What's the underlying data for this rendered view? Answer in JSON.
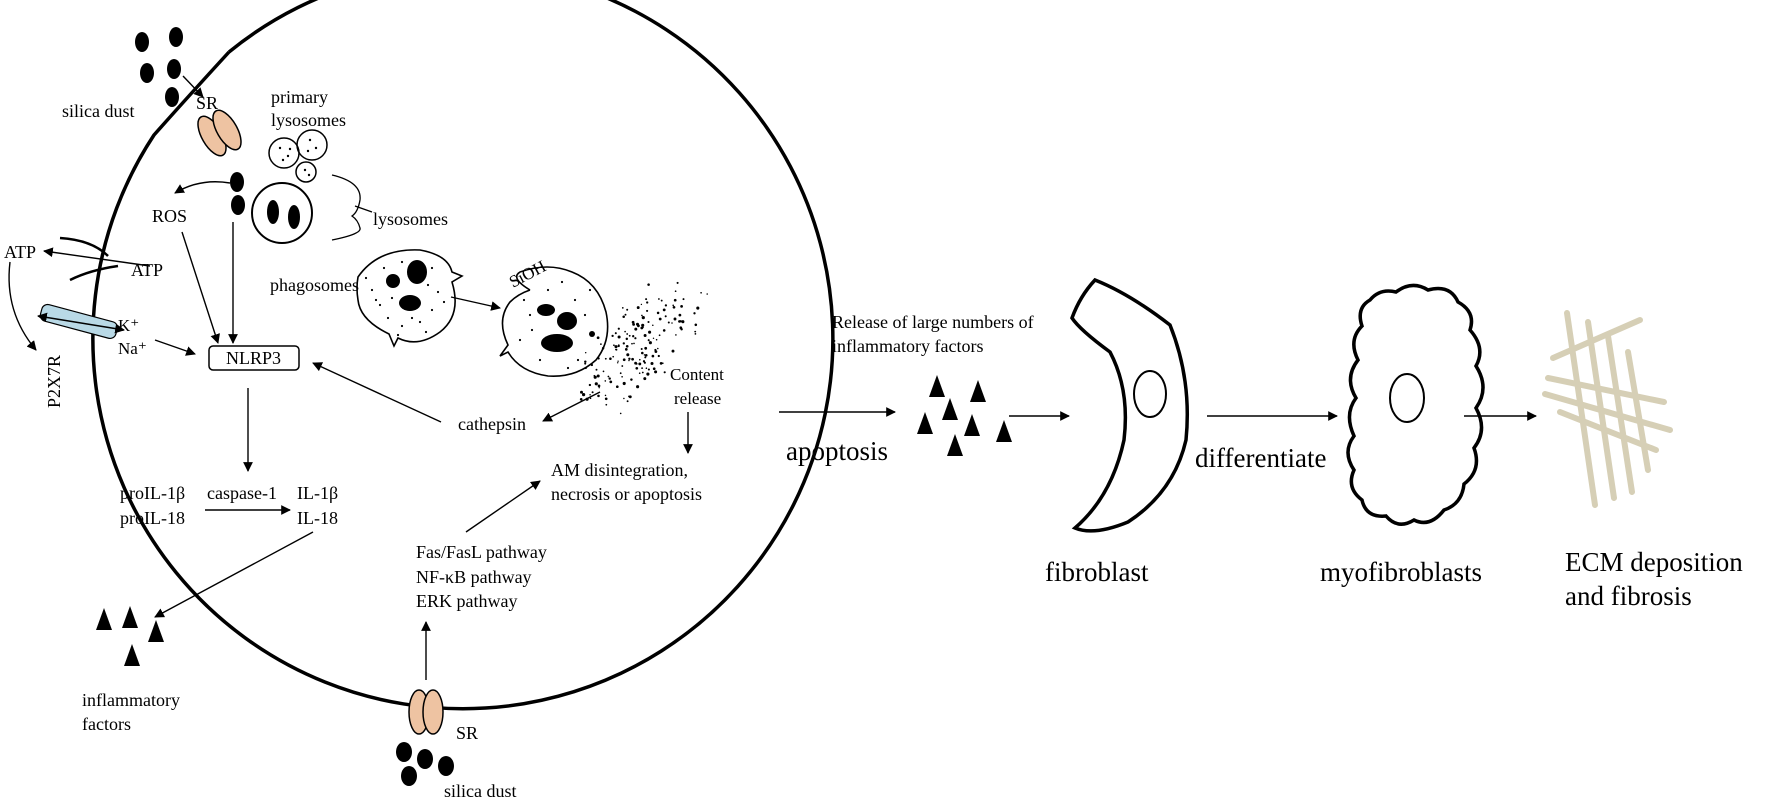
{
  "labels": {
    "silica_dust_top": "silica dust",
    "sr_top": "SR",
    "primary_lysosomes_1": "primary",
    "primary_lysosomes_2": "lysosomes",
    "lysosomes": "lysosomes",
    "ros": "ROS",
    "atp_out": "ATP",
    "atp_in": "ATP",
    "k_ion": "K⁺",
    "na_ion": "Na⁺",
    "p2x7r": "P2X7R",
    "phagosomes": "phagosomes",
    "sioh": "SiOH",
    "nlrp3": "NLRP3",
    "content_release_1": "Content",
    "content_release_2": "release",
    "cathepsin": "cathepsin",
    "am_outcome_1": "AM disintegration,",
    "am_outcome_2": "necrosis or apoptosis",
    "proil1b": "proIL-1β",
    "proil18": "proIL-18",
    "caspase1": "caspase-1",
    "il1b": "IL-1β",
    "il18": "IL-18",
    "fas_pathway": "Fas/FasL pathway",
    "nfkb_pathway": "NF-κB pathway",
    "erk_pathway": "ERK pathway",
    "inflammatory_factors_1": "inflammatory",
    "inflammatory_factors_2": "factors",
    "sr_bottom": "SR",
    "silica_dust_bottom": "silica dust",
    "release_1": "Release of large numbers of",
    "release_2": "inflammatory factors",
    "apoptosis": "apoptosis",
    "fibroblast": "fibroblast",
    "differentiate": "differentiate",
    "myofibroblasts": "myofibroblasts",
    "ecm_1": "ECM deposition",
    "ecm_2": "and fibrosis"
  },
  "colors": {
    "receptor": "#eec3a2",
    "channel": "#b9d9e6",
    "ecm_fiber": "#d6cfb6"
  }
}
